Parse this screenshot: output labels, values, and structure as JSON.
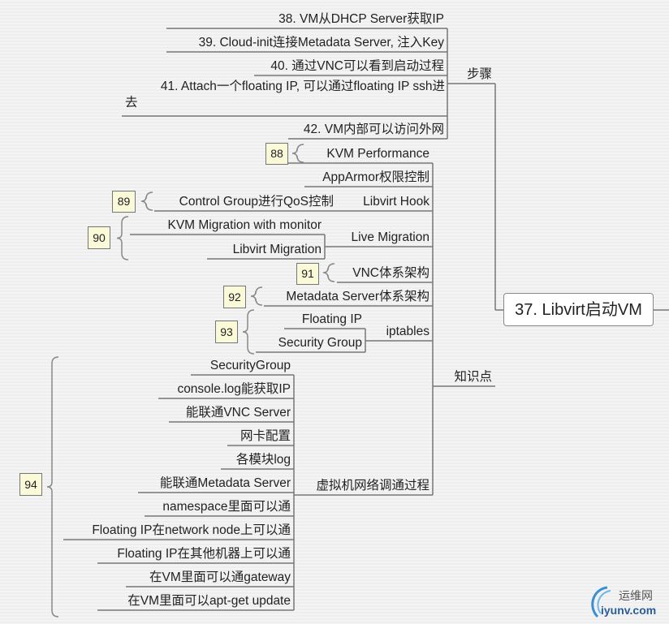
{
  "root": {
    "label": "37. Libvirt启动VM"
  },
  "steps": {
    "label": "步骤",
    "items": [
      "38. VM从DHCP Server获取IP",
      "39. Cloud-init连接Metadata Server, 注入Key",
      "40. 通过VNC可以看到启动过程",
      "41. Attach一个floating IP, 可以通过floating IP ssh进",
      "去",
      "42. VM内部可以访问外网"
    ]
  },
  "knowledge": {
    "label": "知识点",
    "kvm_performance": "KVM Performance",
    "apparmor": "AppArmor权限控制",
    "libvirt_hook": "Libvirt Hook",
    "control_group": "Control Group进行QoS控制",
    "live_migration": "Live Migration",
    "kvm_migration": "KVM Migration with monitor",
    "libvirt_migration": "Libvirt Migration",
    "vnc": "VNC体系架构",
    "metadata": "Metadata Server体系架构",
    "iptables": "iptables",
    "floating_ip": "Floating IP",
    "security_group": "Security Group",
    "vm_network": "虚拟机网络调通过程",
    "vm_network_items": [
      "SecurityGroup",
      "console.log能获取IP",
      "能联通VNC Server",
      "网卡配置",
      "各模块log",
      "能联通Metadata Server",
      "namespace里面可以通",
      "Floating IP在network node上可以通",
      "Floating IP在其他机器上可以通",
      "在VM里面可以通gateway",
      "在VM里面可以apt-get update"
    ]
  },
  "notes": {
    "n88": "88",
    "n89": "89",
    "n90": "90",
    "n91": "91",
    "n92": "92",
    "n93": "93",
    "n94": "94"
  },
  "watermark": {
    "cn": "运维网",
    "en": "iyunv.com"
  }
}
